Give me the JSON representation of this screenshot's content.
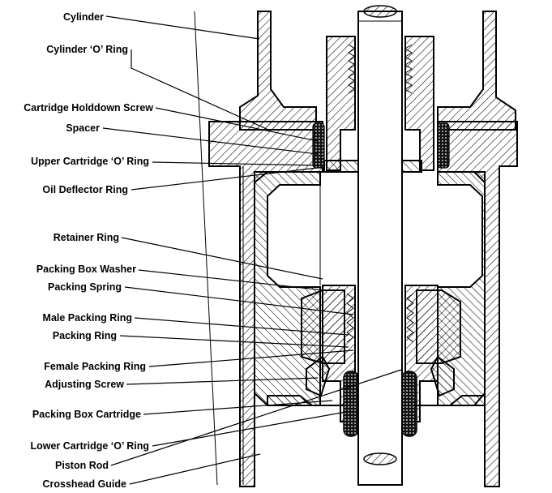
{
  "labels": {
    "cylinder": "Cylinder",
    "cylinder_o_ring": "Cylinder ‘O’ Ring",
    "cartridge_holddown_screw": "Cartridge Holddown Screw",
    "spacer": "Spacer",
    "upper_cartridge_o_ring": "Upper Cartridge ‘O’ Ring",
    "oil_deflector_ring": "Oil Deflector Ring",
    "retainer_ring": "Retainer Ring",
    "packing_box_washer": "Packing Box Washer",
    "packing_spring": "Packing Spring",
    "male_packing_ring": "Male Packing Ring",
    "packing_ring": "Packing Ring",
    "female_packing_ring": "Female Packing Ring",
    "adjusting_screw": "Adjusting Screw",
    "packing_box_cartridge": "Packing Box Cartridge",
    "lower_cartridge_o_ring": "Lower Cartridge ‘O’ Ring",
    "piston_rod": "Piston Rod",
    "crosshead_guide": "Crosshead Guide"
  }
}
